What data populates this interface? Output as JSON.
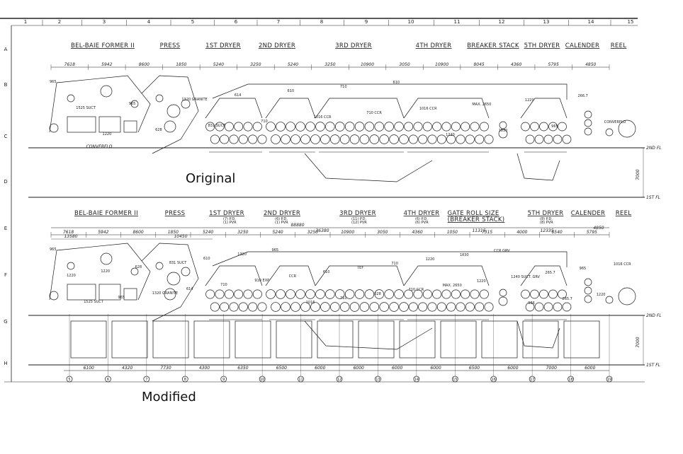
{
  "labels": {
    "original": "Original",
    "modified": "Modified"
  },
  "column_numbers": [
    "1",
    "2",
    "3",
    "4",
    "5",
    "6",
    "7",
    "8",
    "9",
    "10",
    "11",
    "12",
    "13",
    "14",
    "15"
  ],
  "row_letters": [
    "A",
    "B",
    "C",
    "D",
    "E",
    "F",
    "G",
    "H"
  ],
  "original": {
    "sections": [
      "BEL-BAIE FORMER II",
      "PRESS",
      "1ST DRYER",
      "2ND DRYER",
      "3RD DRYER",
      "4TH DRYER",
      "BREAKER STACK",
      "5TH DRYER",
      "CALENDER",
      "REEL"
    ],
    "dims": [
      "7618",
      "5942",
      "8600",
      "1850",
      "5240",
      "3250",
      "5240",
      "3250",
      "10900",
      "3050",
      "10900",
      "8045",
      "4360",
      "5795",
      "4850"
    ],
    "callouts": [
      "965",
      "1525 SUCT",
      "1220",
      "965",
      "628",
      "1320 GRANITE",
      "831 SUCT",
      "614",
      "710",
      "610",
      "1016 CCR",
      "710",
      "710 CCR",
      "610",
      "1016 CCR",
      "1220",
      "MAX. 2650",
      "1830",
      "1220",
      "965",
      "266.7",
      "CONVERFLO"
    ],
    "floors": [
      "2ND FL",
      "1ST FL",
      "7000"
    ]
  },
  "modified": {
    "sections": [
      "BEL-BAIE FORMER II",
      "PRESS",
      "1ST DRYER",
      "2ND DRYER",
      "3RD DRYER",
      "4TH DRYER",
      "GATE ROLL SIZE",
      "(BREAKER STACK)",
      "5TH DRYER",
      "CALENDER",
      "REEL"
    ],
    "section_notes": [
      "(7) P.D.",
      "(1) PVR",
      "(6) P.D.",
      "(1) PVR",
      "(11) P.D.",
      "(12) PVR",
      "(6) P.D.",
      "(6) PVR",
      "(8) P.D.",
      "(8) PVR"
    ],
    "dims_top": [
      "88880",
      "36380",
      "11315",
      "12335",
      "13580",
      "10450",
      "4850"
    ],
    "dims": [
      "7618",
      "5942",
      "8600",
      "1850",
      "5240",
      "3250",
      "5240",
      "3250",
      "10900",
      "3050",
      "4360",
      "1050",
      "7315",
      "4000",
      "6540",
      "5795"
    ],
    "callouts": [
      "965",
      "1220",
      "1525 SUCT",
      "1220",
      "965",
      "628",
      "1320 GRANITE",
      "831 SUCT",
      "614",
      "610",
      "710",
      "1320",
      "910 EXP",
      "965",
      "CCR",
      "1016",
      "610",
      "710",
      "TEF",
      "628",
      "710",
      "710 CCR",
      "1220",
      "MAX. 2650",
      "1830",
      "1220",
      "CCR GRV",
      "1240 SUCT. GRV",
      "966",
      "265.7",
      "265.7",
      "965",
      "1220",
      "1016 CCR"
    ],
    "column_dims": [
      "6100",
      "4320",
      "7730",
      "4300",
      "6350",
      "6500",
      "6000",
      "6000",
      "6000",
      "6000",
      "6500",
      "6000",
      "7000",
      "6000"
    ],
    "column_marks": [
      "5",
      "6",
      "7",
      "8",
      "9",
      "10",
      "11",
      "12",
      "13",
      "14",
      "15",
      "16",
      "17",
      "18",
      "19"
    ],
    "floors": [
      "2ND FL",
      "1ST FL",
      "7000"
    ]
  }
}
